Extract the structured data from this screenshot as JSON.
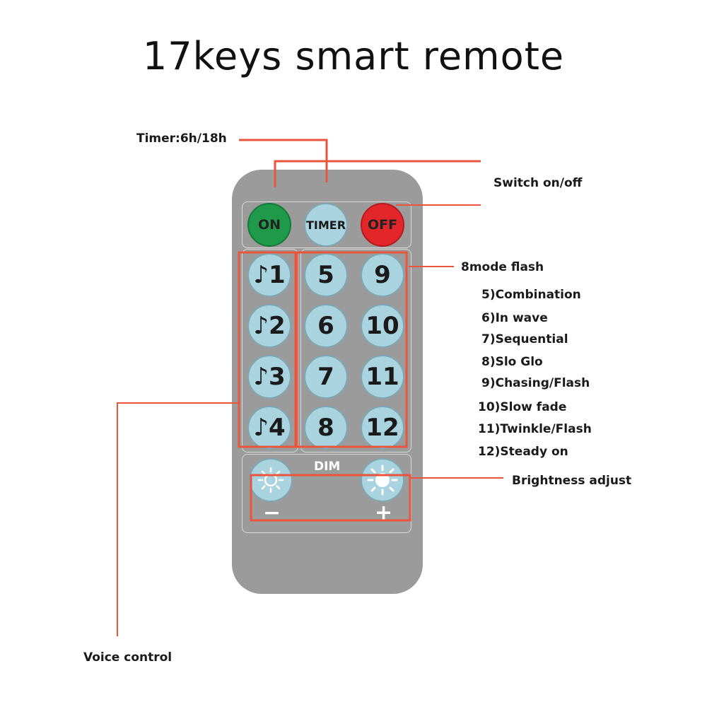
{
  "title": "17keys smart remote",
  "labels": {
    "timer": "Timer:6h/18h",
    "switch": "Switch on/off",
    "mode_flash": "8mode flash",
    "brightness": "Brightness adjust",
    "voice": "Voice control"
  },
  "modes": [
    "5)Combination",
    "6)In wave",
    "7)Sequential",
    "8)Slo Glo",
    "9)Chasing/Flash",
    "10)Slow fade",
    "11)Twinkle/Flash",
    "12)Steady on"
  ],
  "buttons": {
    "on": "ON",
    "timer": "TIMER",
    "off": "OFF",
    "music": [
      "♪1",
      "♪2",
      "♪3",
      "♪4"
    ],
    "col2": [
      "5",
      "6",
      "7",
      "8"
    ],
    "col3": [
      "9",
      "10",
      "11",
      "12"
    ],
    "dim": "DIM",
    "minus": "−",
    "plus": "+"
  },
  "colors": {
    "remote_body": "#9b9b9b",
    "button_blue": "#a9d3df",
    "on_green": "#1e9a4a",
    "off_red": "#e2262a",
    "leader_line": "#e8553a"
  },
  "icons": [
    "sun-icon-minus",
    "sun-icon-plus"
  ]
}
